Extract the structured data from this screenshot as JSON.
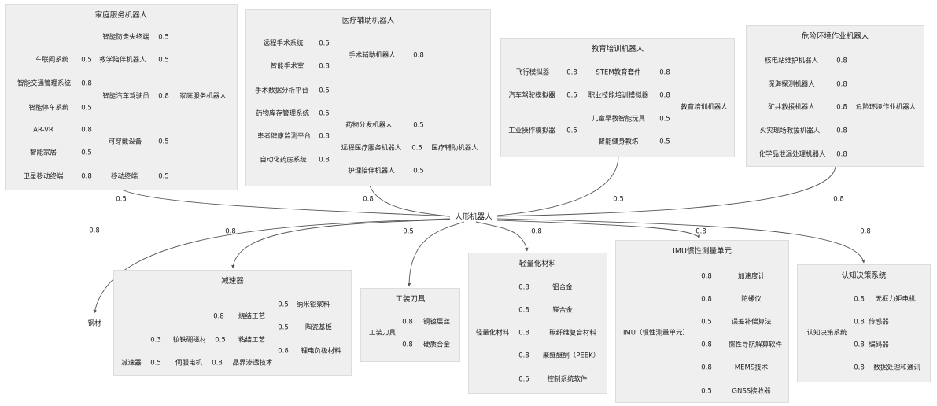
{
  "root": "人形机器人",
  "top_clusters": [
    {
      "id": "c1",
      "title": "家庭服务机器人",
      "items": [
        "智能防走失终端",
        "车联网系统",
        "教学陪伴机器人",
        "智能交通管理系统",
        "智能汽车驾驶员",
        "家庭服务机器人",
        "智能停车系统",
        "AR-VR",
        "可穿戴设备",
        "智能家居",
        "卫星移动终端",
        "移动终端"
      ]
    },
    {
      "id": "c2",
      "title": "医疗辅助机器人",
      "items": [
        "远程手术系统",
        "智能手术室",
        "手术辅助机器人",
        "手术数据分析平台",
        "药物库存管理系统",
        "患者健康监测平台",
        "药物分发机器人",
        "自动化药房系统",
        "远程医疗服务机器人",
        "医疗辅助机器人",
        "护理陪伴机器人"
      ]
    },
    {
      "id": "c3",
      "title": "教育培训机器人",
      "items": [
        "飞行模拟器",
        "STEM教育套件",
        "汽车驾驶模拟器",
        "职业技能培训模拟器",
        "教育培训机器人",
        "儿童早教智能玩具",
        "工业操作模拟器",
        "智能健身教练"
      ]
    },
    {
      "id": "c4",
      "title": "危险环境作业机器人",
      "items": [
        "核电站维护机器人",
        "深海探测机器人",
        "矿井救援机器人",
        "危险环境作业机器人",
        "火灾现场救援机器人",
        "化学品泄漏处理机器人"
      ]
    }
  ],
  "bottom_clusters": [
    {
      "id": "b1",
      "title": "减速器",
      "items": [
        "烧结工艺",
        "纳米银浆料",
        "钕铁硼磁材",
        "粘结工艺",
        "陶瓷基板",
        "锂电负极材料",
        "减速器",
        "伺服电机",
        "晶界渗透技术"
      ]
    },
    {
      "id": "b2",
      "title": "工装刀具",
      "items": [
        "工装刀具",
        "铜镀层丝",
        "硬质合金"
      ]
    },
    {
      "id": "b3",
      "title": "轻量化材料",
      "items": [
        "铝合金",
        "镁合金",
        "轻量化材料",
        "碳纤维复合材料",
        "聚醚醚酮（PEEK）",
        "控制系统软件"
      ]
    },
    {
      "id": "b4",
      "title": "IMU惯性测量单元",
      "items": [
        "加速度计",
        "陀螺仪",
        "误差补偿算法",
        "IMU（惯性测量单元）",
        "惯性导航解算软件",
        "MEMS技术",
        "GNSS接收器"
      ]
    },
    {
      "id": "b5",
      "title": "认知决策系统",
      "items": [
        "无框力矩电机",
        "传感器",
        "认知决策系统",
        "编码器",
        "数据处理和通讯"
      ]
    }
  ],
  "standalone": [
    "钢材"
  ],
  "weights": {
    "a": "0.5",
    "b": "0.8",
    "c": "0.3"
  }
}
